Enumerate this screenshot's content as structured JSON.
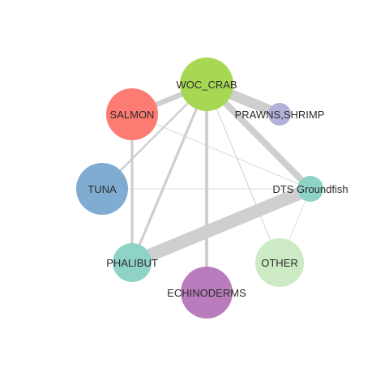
{
  "network": {
    "nodes": [
      {
        "id": "woc_crab",
        "label": "WOC_CRAB",
        "color": "#a6d854"
      },
      {
        "id": "salmon",
        "label": "SALMON",
        "color": "#fc7b72"
      },
      {
        "id": "prawns_shrimp",
        "label": "PRAWNS,SHRIMP",
        "color": "#b3b0db"
      },
      {
        "id": "tuna",
        "label": "TUNA",
        "color": "#80acd2"
      },
      {
        "id": "dts_groundfish",
        "label": "DTS Groundfish",
        "color": "#8ed3c5"
      },
      {
        "id": "phalibut",
        "label": "PHALIBUT",
        "color": "#8ed3c5"
      },
      {
        "id": "other",
        "label": "OTHER",
        "color": "#ccebc5"
      },
      {
        "id": "echinoderms",
        "label": "ECHINODERMS",
        "color": "#b97cbc"
      }
    ],
    "edges": [
      {
        "source": "dts_groundfish",
        "target": "phalibut",
        "weight": 10
      },
      {
        "source": "woc_crab",
        "target": "prawns_shrimp",
        "weight": 8
      },
      {
        "source": "woc_crab",
        "target": "dts_groundfish",
        "weight": 5
      },
      {
        "source": "woc_crab",
        "target": "salmon",
        "weight": 4
      },
      {
        "source": "woc_crab",
        "target": "echinoderms",
        "weight": 2.5
      },
      {
        "source": "woc_crab",
        "target": "phalibut",
        "weight": 2
      },
      {
        "source": "woc_crab",
        "target": "tuna",
        "weight": 1.5
      },
      {
        "source": "salmon",
        "target": "phalibut",
        "weight": 2
      },
      {
        "source": "woc_crab",
        "target": "other",
        "weight": 0.6
      },
      {
        "source": "salmon",
        "target": "dts_groundfish",
        "weight": 0.5
      },
      {
        "source": "tuna",
        "target": "dts_groundfish",
        "weight": 0.4
      },
      {
        "source": "dts_groundfish",
        "target": "other",
        "weight": 0.4
      }
    ]
  }
}
